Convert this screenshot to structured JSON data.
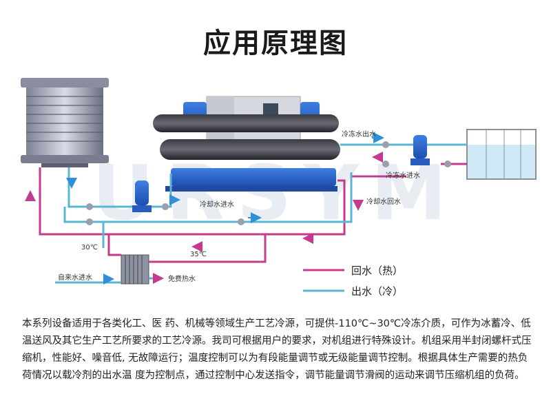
{
  "title": "应用原理图",
  "watermark": "URSYM",
  "labels": {
    "chilled_out": "冷冻水出水",
    "chilled_in": "冷冻水进水",
    "cooling_in": "冷却水进水",
    "cooling_return": "冷却水回水",
    "temp_30": "30℃",
    "temp_35": "35℃",
    "tap_in": "自来水进水",
    "free_hot": "免费热水"
  },
  "legend": {
    "return_hot": "回水（热）",
    "out_cold": "出水（冷）"
  },
  "colors": {
    "hot_pipe": "#c43a8e",
    "cold_pipe": "#5ab5d0",
    "arrow_blue": "#2f8fd8",
    "arrow_pink": "#c43a8e"
  },
  "description": "本系列设备适用于各类化工、医 药、机械等领域生产工艺冷源，可提供-110℃~30℃冷冻介质，可作为冰蓄冷、低温送风及其它生产工艺所要求的工艺冷源。我司可根据用户的要求，对机组进行特殊设计。机组采用半封闭螺杆式压缩机，性能好、噪音低, 无故障运行；温度控制可以为有段能量调节或无级能量调节控制。根据具体生产需要的热负荷情况以载冷剂的出水温 度为控制点，通过控制中心发送指令，调节能量调节滑阀的运动来调节压缩机组的负荷。"
}
